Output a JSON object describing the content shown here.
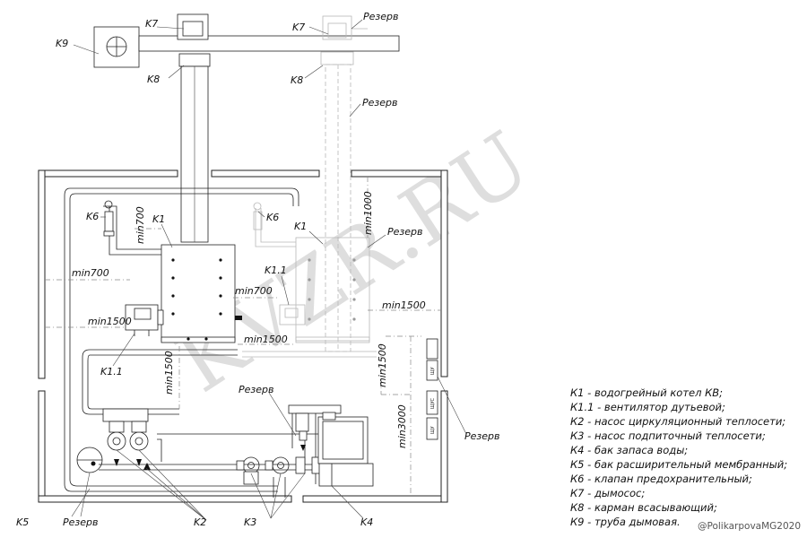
{
  "labels": {
    "k1_left": "K1",
    "k1_right": "K1",
    "k11_left": "K1.1",
    "k11_right": "K1.1",
    "k2": "K2",
    "k3": "K3",
    "k4": "K4",
    "k5": "K5",
    "k6_left": "K6",
    "k6_right": "K6",
    "k7_left": "K7",
    "k7_right": "K7",
    "k8_left": "K8",
    "k8_right": "K8",
    "k9": "K9",
    "reserve_top": "Резерв",
    "reserve_chimney": "Резерв",
    "reserve_boiler": "Резерв",
    "reserve_pump": "Резерв",
    "reserve_bottom": "Резерв",
    "reserve_wall": "Резерв"
  },
  "dimensions": {
    "min700_a": "min700",
    "min700_b": "min700",
    "min700_c": "min700",
    "min1000": "min1000",
    "min1500_a": "min1500",
    "min1500_b": "min1500",
    "min1500_c": "min1500",
    "min1500_d": "min1500",
    "min1500_e": "min1500",
    "min3000": "min3000"
  },
  "legend": [
    "К1 - водогрейный котел КВ;",
    "К1.1 - вентилятор дутьевой;",
    "К2 - насос циркуляционный теплосети;",
    "К3 - насос подпиточный теплосети;",
    "К4 - бак запаса воды;",
    "К5 - бак расширительный мембранный;",
    "К6 - клапан предохранительный;",
    "К7 - дымосос;",
    "К8 - карман всасывающий;",
    "К9 - труба дымовая."
  ],
  "panel_labels": {
    "panel_top": "ЩУ",
    "panel_mid": "ЩУС",
    "panel_bot": "ЩУ"
  },
  "watermark": "KVZR.RU",
  "copyright": "@PolikarpovaMG2020"
}
